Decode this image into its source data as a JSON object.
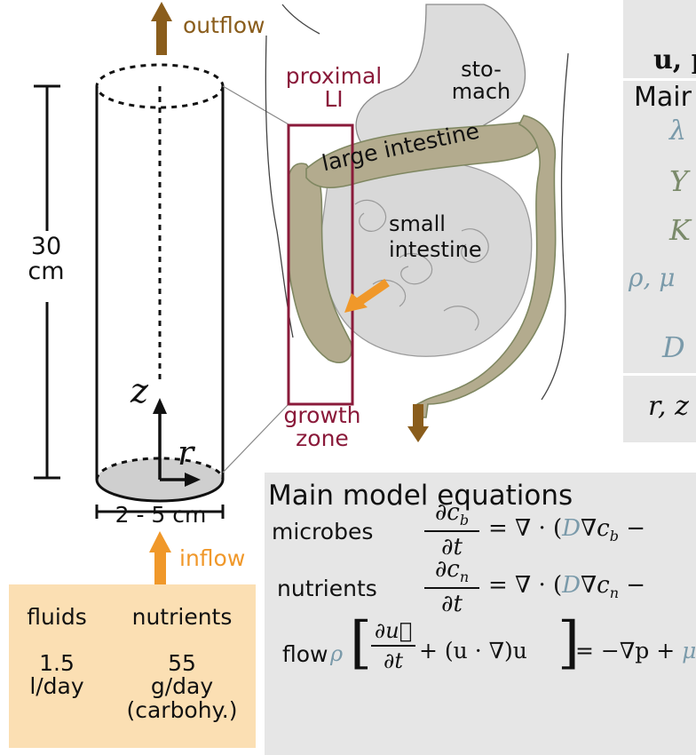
{
  "labels": {
    "outflow": "outflow",
    "inflow": "inflow",
    "height": "30\ncm",
    "width": "2 - 5 cm",
    "axis_z": "z",
    "axis_r": "r",
    "proximal": "proximal\nLI",
    "growth": "growth\nzone",
    "stomach": "sto-\nmach",
    "large_intestine": "large intestine",
    "small_intestine": "small\nintestine"
  },
  "inflow_box": {
    "col1_header": "fluids",
    "col2_header": "nutrients",
    "col1_value": "1.5\nl/day",
    "col2_value": "55\ng/day\n(carbohy.)"
  },
  "right_panel": {
    "top_partial": "u, p",
    "heading_partial": "Mair",
    "params": [
      "λ",
      "Y",
      "K",
      "ρ, μ",
      "D"
    ],
    "bottom_partial": "r, z"
  },
  "equations": {
    "title": "Main model equations",
    "rows": [
      {
        "label": "microbes",
        "lhs_num": "∂c",
        "lhs_num_sub": "b",
        "lhs_den": "∂t",
        "rhs": "= ∇ · (",
        "rhs_d": "D",
        "rhs_tail": "∇c",
        "rhs_tail_sub": "b",
        "rhs_end": " −"
      },
      {
        "label": "nutrients",
        "lhs_num": "∂c",
        "lhs_num_sub": "n",
        "lhs_den": "∂t",
        "rhs": "= ∇ · (",
        "rhs_d": "D",
        "rhs_tail": "∇c",
        "rhs_tail_sub": "n",
        "rhs_end": " −"
      },
      {
        "label": "flow",
        "rho": "ρ",
        "lhs_num": "∂u⃗",
        "lhs_den": "∂t",
        "mid": " + (u · ∇)u",
        "rhs": " = −∇p + ",
        "rhs_end": "μ"
      }
    ]
  },
  "colors": {
    "brown_arrow": "#8a5d1c",
    "orange_arrow": "#f0982a",
    "wine_box": "#8a1a3a",
    "inflow_box_bg": "#fbdfb3",
    "panel_bg": "#e6e6e6",
    "intestine_fill": "#b3ab8e",
    "intestine_stroke": "#7f8761",
    "stomach_fill": "#dcdcdc"
  }
}
